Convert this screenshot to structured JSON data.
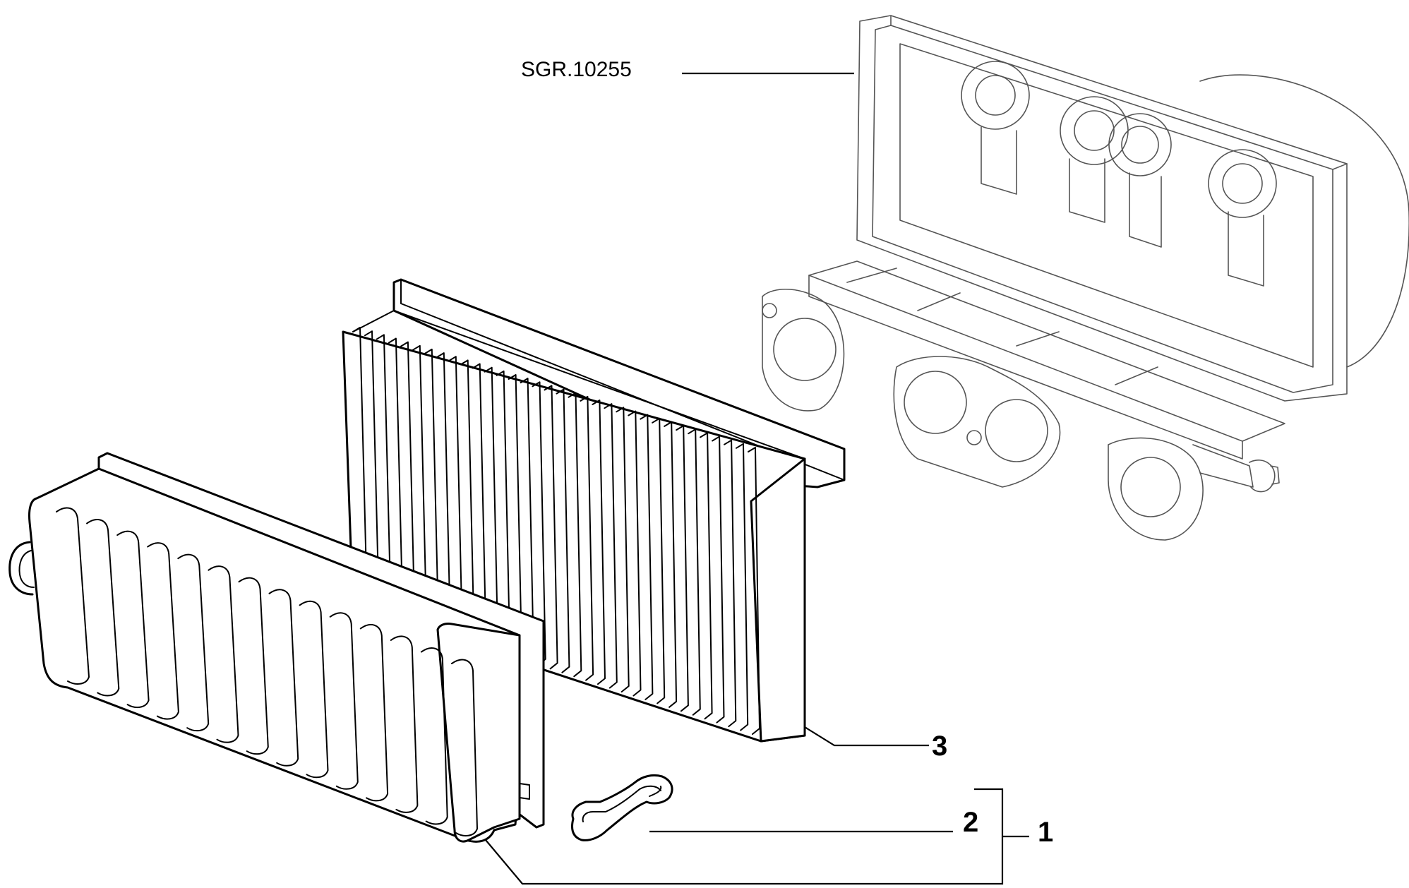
{
  "callouts": {
    "reference": "SGR.10255",
    "item_3": "3",
    "item_2": "2",
    "item_1": "1"
  }
}
